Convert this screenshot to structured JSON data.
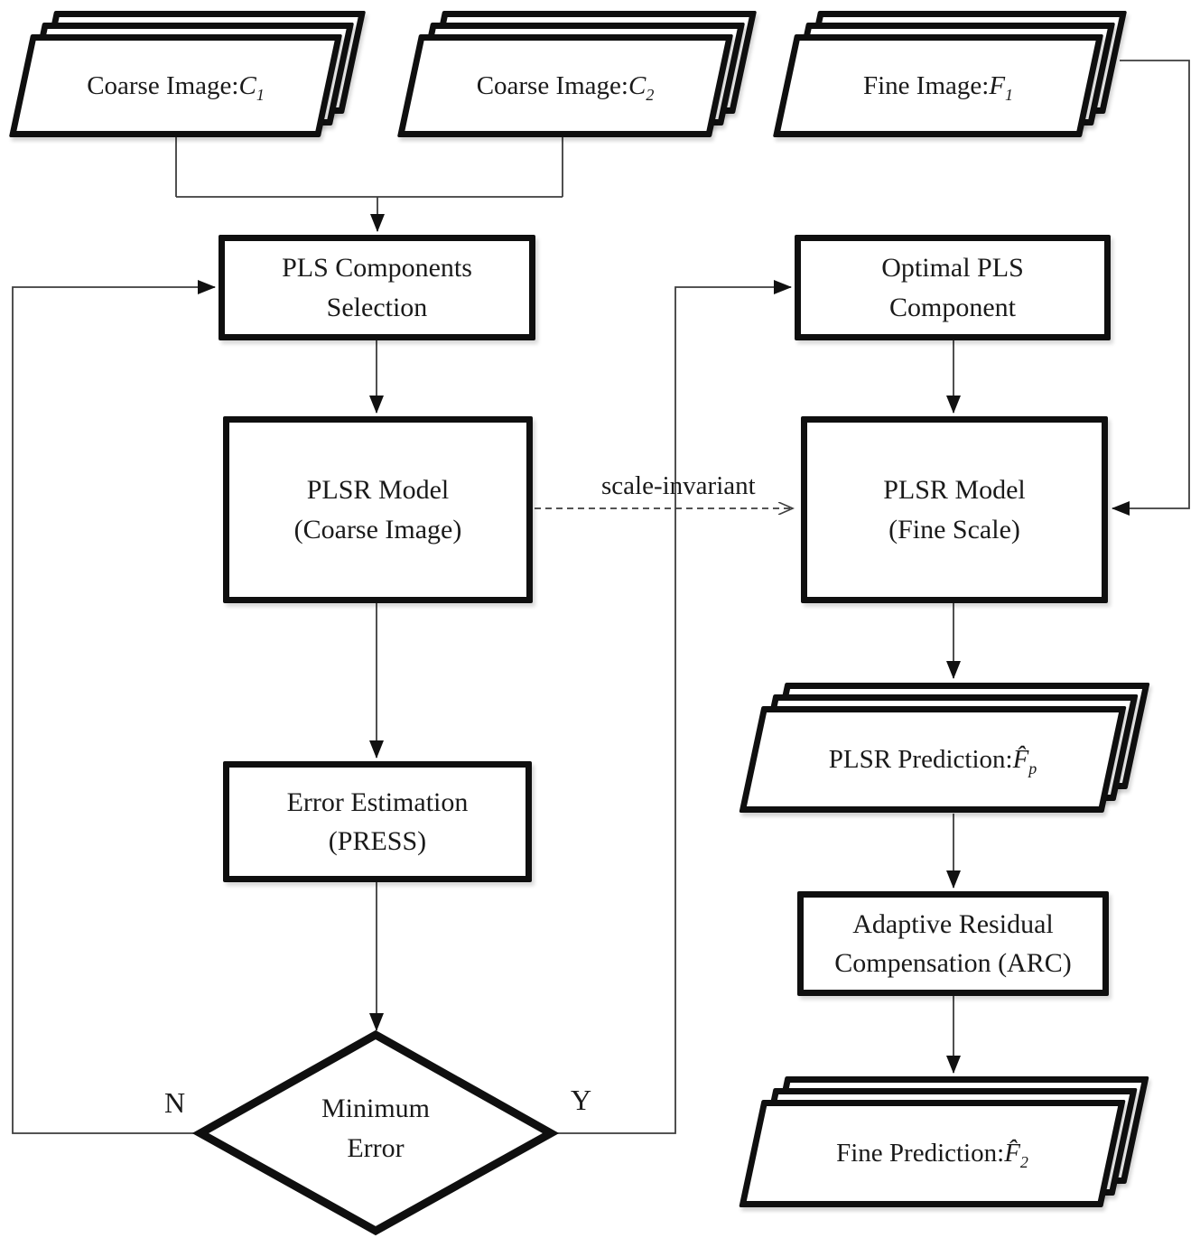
{
  "nodes": {
    "coarse_image_1": {
      "prefix": "Coarse Image: ",
      "symbol": "C",
      "sub": "1"
    },
    "coarse_image_2": {
      "prefix": "Coarse Image: ",
      "symbol": "C",
      "sub": "2"
    },
    "fine_image_1": {
      "prefix": "Fine Image: ",
      "symbol": "F",
      "sub": "1"
    },
    "pls_components_selection": {
      "line1": "PLS Components",
      "line2": "Selection"
    },
    "optimal_pls_component": {
      "line1": "Optimal PLS",
      "line2": "Component"
    },
    "plsr_model_coarse": {
      "line1": "PLSR Model",
      "line2": "(Coarse Image)"
    },
    "plsr_model_fine": {
      "line1": "PLSR Model",
      "line2": "(Fine Scale)"
    },
    "error_estimation": {
      "line1": "Error Estimation",
      "line2": "(PRESS)"
    },
    "adaptive_residual_compensation": {
      "line1": "Adaptive Residual",
      "line2": "Compensation (ARC)"
    },
    "plsr_prediction": {
      "prefix": "PLSR Prediction: ",
      "symbol": "F̂",
      "sub": "p"
    },
    "fine_prediction": {
      "prefix": "Fine Prediction: ",
      "symbol": "F̂",
      "sub": "2"
    },
    "minimum_error": {
      "line1": "Minimum",
      "line2": "Error"
    }
  },
  "edges": {
    "scale_invariant_label": "scale-invariant",
    "no_label": "N",
    "yes_label": "Y"
  },
  "colors": {
    "ink": "#0f0f0f",
    "connector": "#3d3d3d",
    "background": "#ffffff",
    "text": "#1a1a1a"
  }
}
